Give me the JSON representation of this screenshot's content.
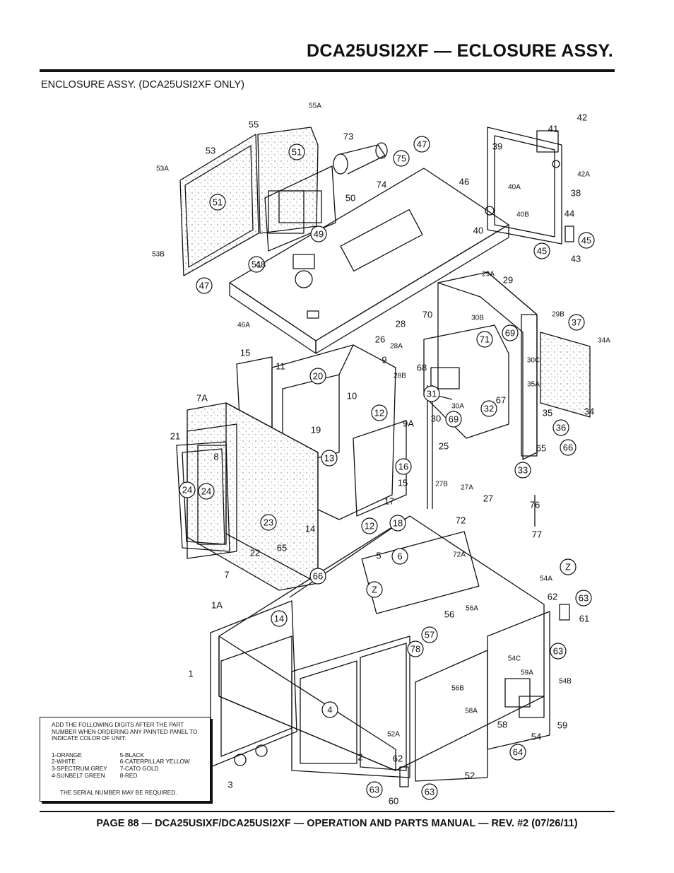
{
  "header": {
    "title": "DCA25USI2XF — ECLOSURE ASSY.",
    "subtitle": "ENCLOSURE ASSY. (DCA25USI2XF ONLY)"
  },
  "diagram": {
    "callouts": [
      "55A",
      "55",
      "53",
      "53A",
      "51",
      "51",
      "50",
      "73",
      "75",
      "74",
      "47",
      "46",
      "42",
      "41",
      "42A",
      "39",
      "40A",
      "38",
      "40B",
      "40",
      "44",
      "45",
      "45",
      "43",
      "53B",
      "51",
      "48",
      "49",
      "47",
      "46A",
      "29A",
      "29",
      "28",
      "70",
      "30B",
      "29B",
      "37",
      "34A",
      "28A",
      "26",
      "9",
      "28B",
      "68",
      "71",
      "69",
      "15",
      "11",
      "20",
      "10",
      "31",
      "30C",
      "35A",
      "7A",
      "12",
      "30A",
      "32",
      "67",
      "35",
      "34",
      "19",
      "30",
      "9A",
      "69",
      "36",
      "21",
      "8",
      "13",
      "16",
      "25",
      "65",
      "66",
      "24",
      "24",
      "15",
      "27B",
      "27A",
      "27",
      "33",
      "17",
      "76",
      "23",
      "14",
      "12",
      "18",
      "72",
      "22",
      "65",
      "5",
      "6",
      "72A",
      "77",
      "7",
      "66",
      "Z",
      "54A",
      "Z",
      "62",
      "63",
      "1A",
      "14",
      "56A",
      "56",
      "61",
      "57",
      "63",
      "78",
      "54C",
      "1",
      "59A",
      "54B",
      "4",
      "56B",
      "58A",
      "58",
      "59",
      "52A",
      "54",
      "2",
      "64",
      "62",
      "3",
      "63",
      "52",
      "60",
      "63"
    ]
  },
  "note": {
    "intro": "ADD THE FOLLOWING DIGITS AFTER THE PART NUMBER WHEN ORDERING ANY PAINTED PANEL TO INDICATE COLOR OF UNIT:",
    "colors_left": [
      "1-ORANGE",
      "2-WHITE",
      "3-SPECTRUM GREY",
      "4-SUNBELT GREEN"
    ],
    "colors_right": [
      "5-BLACK",
      "6-CATERPILLAR YELLOW",
      "7-CATO GOLD",
      "8-RED"
    ],
    "serial": "THE SERIAL NUMBER MAY BE REQUIRED."
  },
  "footer": {
    "text": "PAGE 88 — DCA25USIXF/DCA25USI2XF — OPERATION AND PARTS MANUAL — REV. #2 (07/26/11)"
  }
}
